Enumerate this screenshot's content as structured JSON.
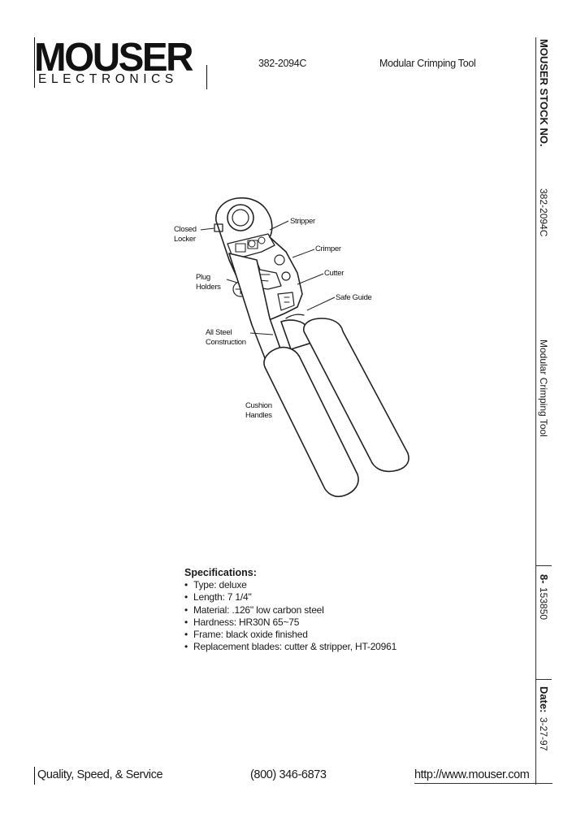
{
  "header": {
    "logo_main": "MOUSER",
    "logo_sub": "ELECTRONICS",
    "part_number": "382-2094C",
    "title": "Modular Crimping Tool"
  },
  "sidebar": {
    "stock_label": "MOUSER STOCK NO.",
    "stock_value": "382-2094C",
    "title": "Modular Crimping Tool",
    "page_label": "8-",
    "page_value": "153850",
    "date_label": "Date:",
    "date_value": "3-27-97"
  },
  "figure": {
    "callouts": {
      "closed_locker": [
        "Closed",
        "Locker"
      ],
      "stripper": "Stripper",
      "crimper": "Crimper",
      "plug_holders": [
        "Plug",
        "Holders"
      ],
      "cutter": "Cutter",
      "safe_guide": "Safe Guide",
      "all_steel": [
        "All Steel",
        "Construction"
      ],
      "cushion_handles": [
        "Cushion",
        "Handles"
      ]
    }
  },
  "specs": {
    "heading": "Specifications:",
    "items": [
      "Type:  deluxe",
      "Length:  7 1/4\"",
      "Material:  .126\" low carbon steel",
      "Hardness:  HR30N 65~75",
      "Frame:  black oxide finished",
      "Replacement blades:  cutter & stripper, HT-20961"
    ]
  },
  "footer": {
    "tagline": "Quality, Speed, & Service",
    "phone": "(800) 346-6873",
    "url": "http://www.mouser.com"
  }
}
